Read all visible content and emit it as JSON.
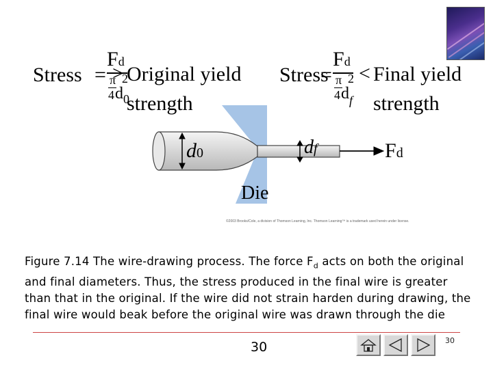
{
  "figure": {
    "left_eq": {
      "stress": "Stress",
      "equals": "=",
      "force": "F",
      "force_sub": "d",
      "pi": "π",
      "four": "4",
      "d": "d",
      "d_sup": "2",
      "d_sub": "0",
      "relation": ">",
      "compare_line1": "Original yield",
      "compare_line2": "strength"
    },
    "right_eq": {
      "stress": "Stress",
      "equals": "=",
      "force": "F",
      "force_sub": "d",
      "pi": "π",
      "four": "4",
      "d": "d",
      "d_sup": "2",
      "d_sub": "f",
      "relation": "<",
      "compare_line1": "Final yield",
      "compare_line2": "strength"
    },
    "labels": {
      "d0": "d",
      "d0_sub": "0",
      "df": "d",
      "df_sub": "f",
      "force": "F",
      "force_sub": "d",
      "die": "Die"
    },
    "credit": "©2003 Brooks/Cole, a division of Thomson Learning, Inc.   Thomson Learning™ is a trademark used herein under license."
  },
  "caption": {
    "part1": "Figure 7.14  The wire-drawing process.  The force F",
    "sub": "d",
    "part2": " acts on both the original and final diameters. Thus, the stress produced in the final wire is greater than that in the original.  If the wire did not strain harden during drawing, the final wire would beak before the original wire was  drawn through the die"
  },
  "footer": {
    "page_number": "30",
    "nav_page_number": "30"
  },
  "icons": {
    "home": "home-icon",
    "previous": "previous-icon",
    "next": "next-icon"
  },
  "colors": {
    "wire": "#e0e0e0",
    "die": "#a6c4e6",
    "divider": "#c44444"
  }
}
